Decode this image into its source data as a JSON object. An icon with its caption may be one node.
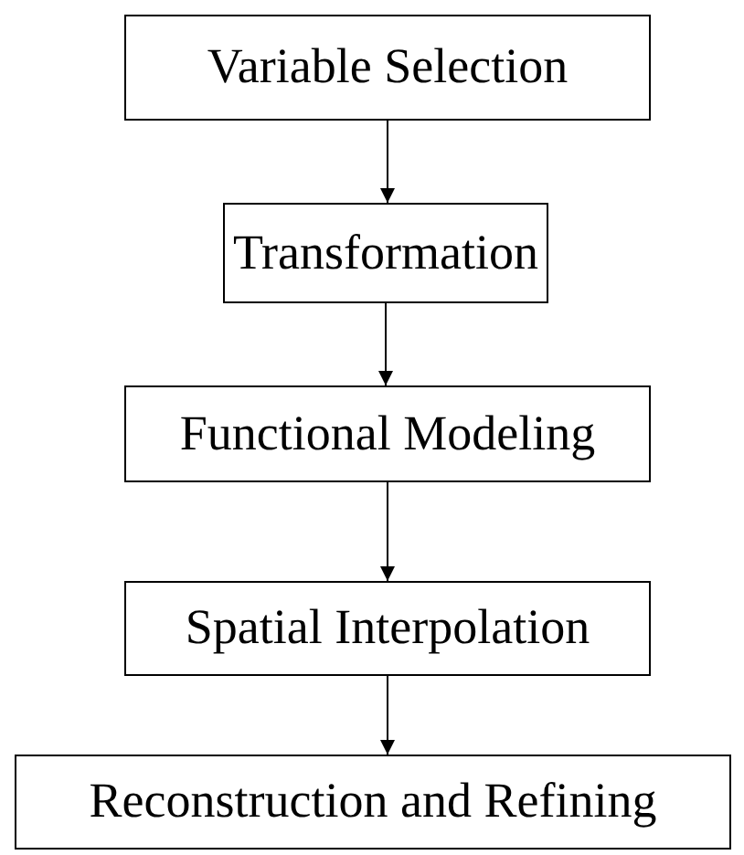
{
  "diagram": {
    "nodes": [
      {
        "text": [
          "Variable Selection"
        ]
      },
      {
        "text": [
          "Transformation"
        ]
      },
      {
        "text": [
          "Functional Modeling"
        ]
      },
      {
        "text": [
          "Spatial Interpolation"
        ]
      },
      {
        "text": [
          "Reconstruction and Refining"
        ]
      }
    ],
    "edges": [
      {
        "from": 0,
        "to": 1,
        "arrow": "to"
      },
      {
        "from": 1,
        "to": 2,
        "arrow": "to"
      },
      {
        "from": 2,
        "to": 3,
        "arrow": "to"
      },
      {
        "from": 3,
        "to": 4,
        "arrow": "to"
      }
    ]
  }
}
